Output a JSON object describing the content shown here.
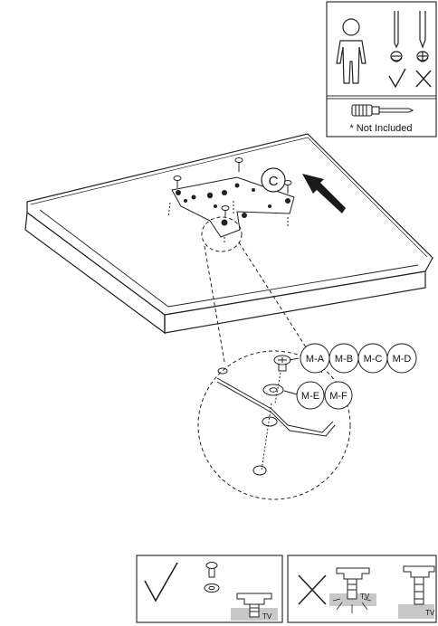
{
  "header_panel": {
    "note": "* Not Included",
    "icons": [
      "person-icon",
      "screwdriver-tip-icon",
      "screw-head-icon",
      "check-icon",
      "cross-icon",
      "screwdriver-icon"
    ]
  },
  "callouts": {
    "step_letter": "C",
    "screws": [
      "M-A",
      "M-B",
      "M-C",
      "M-D"
    ],
    "washers": [
      "M-E",
      "M-F"
    ]
  },
  "bottom_panels": {
    "right_way": {
      "tv_label": "TV",
      "icons": [
        "check-icon",
        "screw-icon",
        "washer-icon",
        "tv-mount-icon"
      ]
    },
    "wrong_way": {
      "tv_label_1": "TV",
      "tv_label_2": "TV",
      "icons": [
        "cross-icon",
        "tv-mount-damaged-icon",
        "tv-mount-icon"
      ]
    }
  },
  "colors": {
    "line": "#222222",
    "panel_border": "#333333",
    "grey_fill": "#c8c8c8"
  }
}
